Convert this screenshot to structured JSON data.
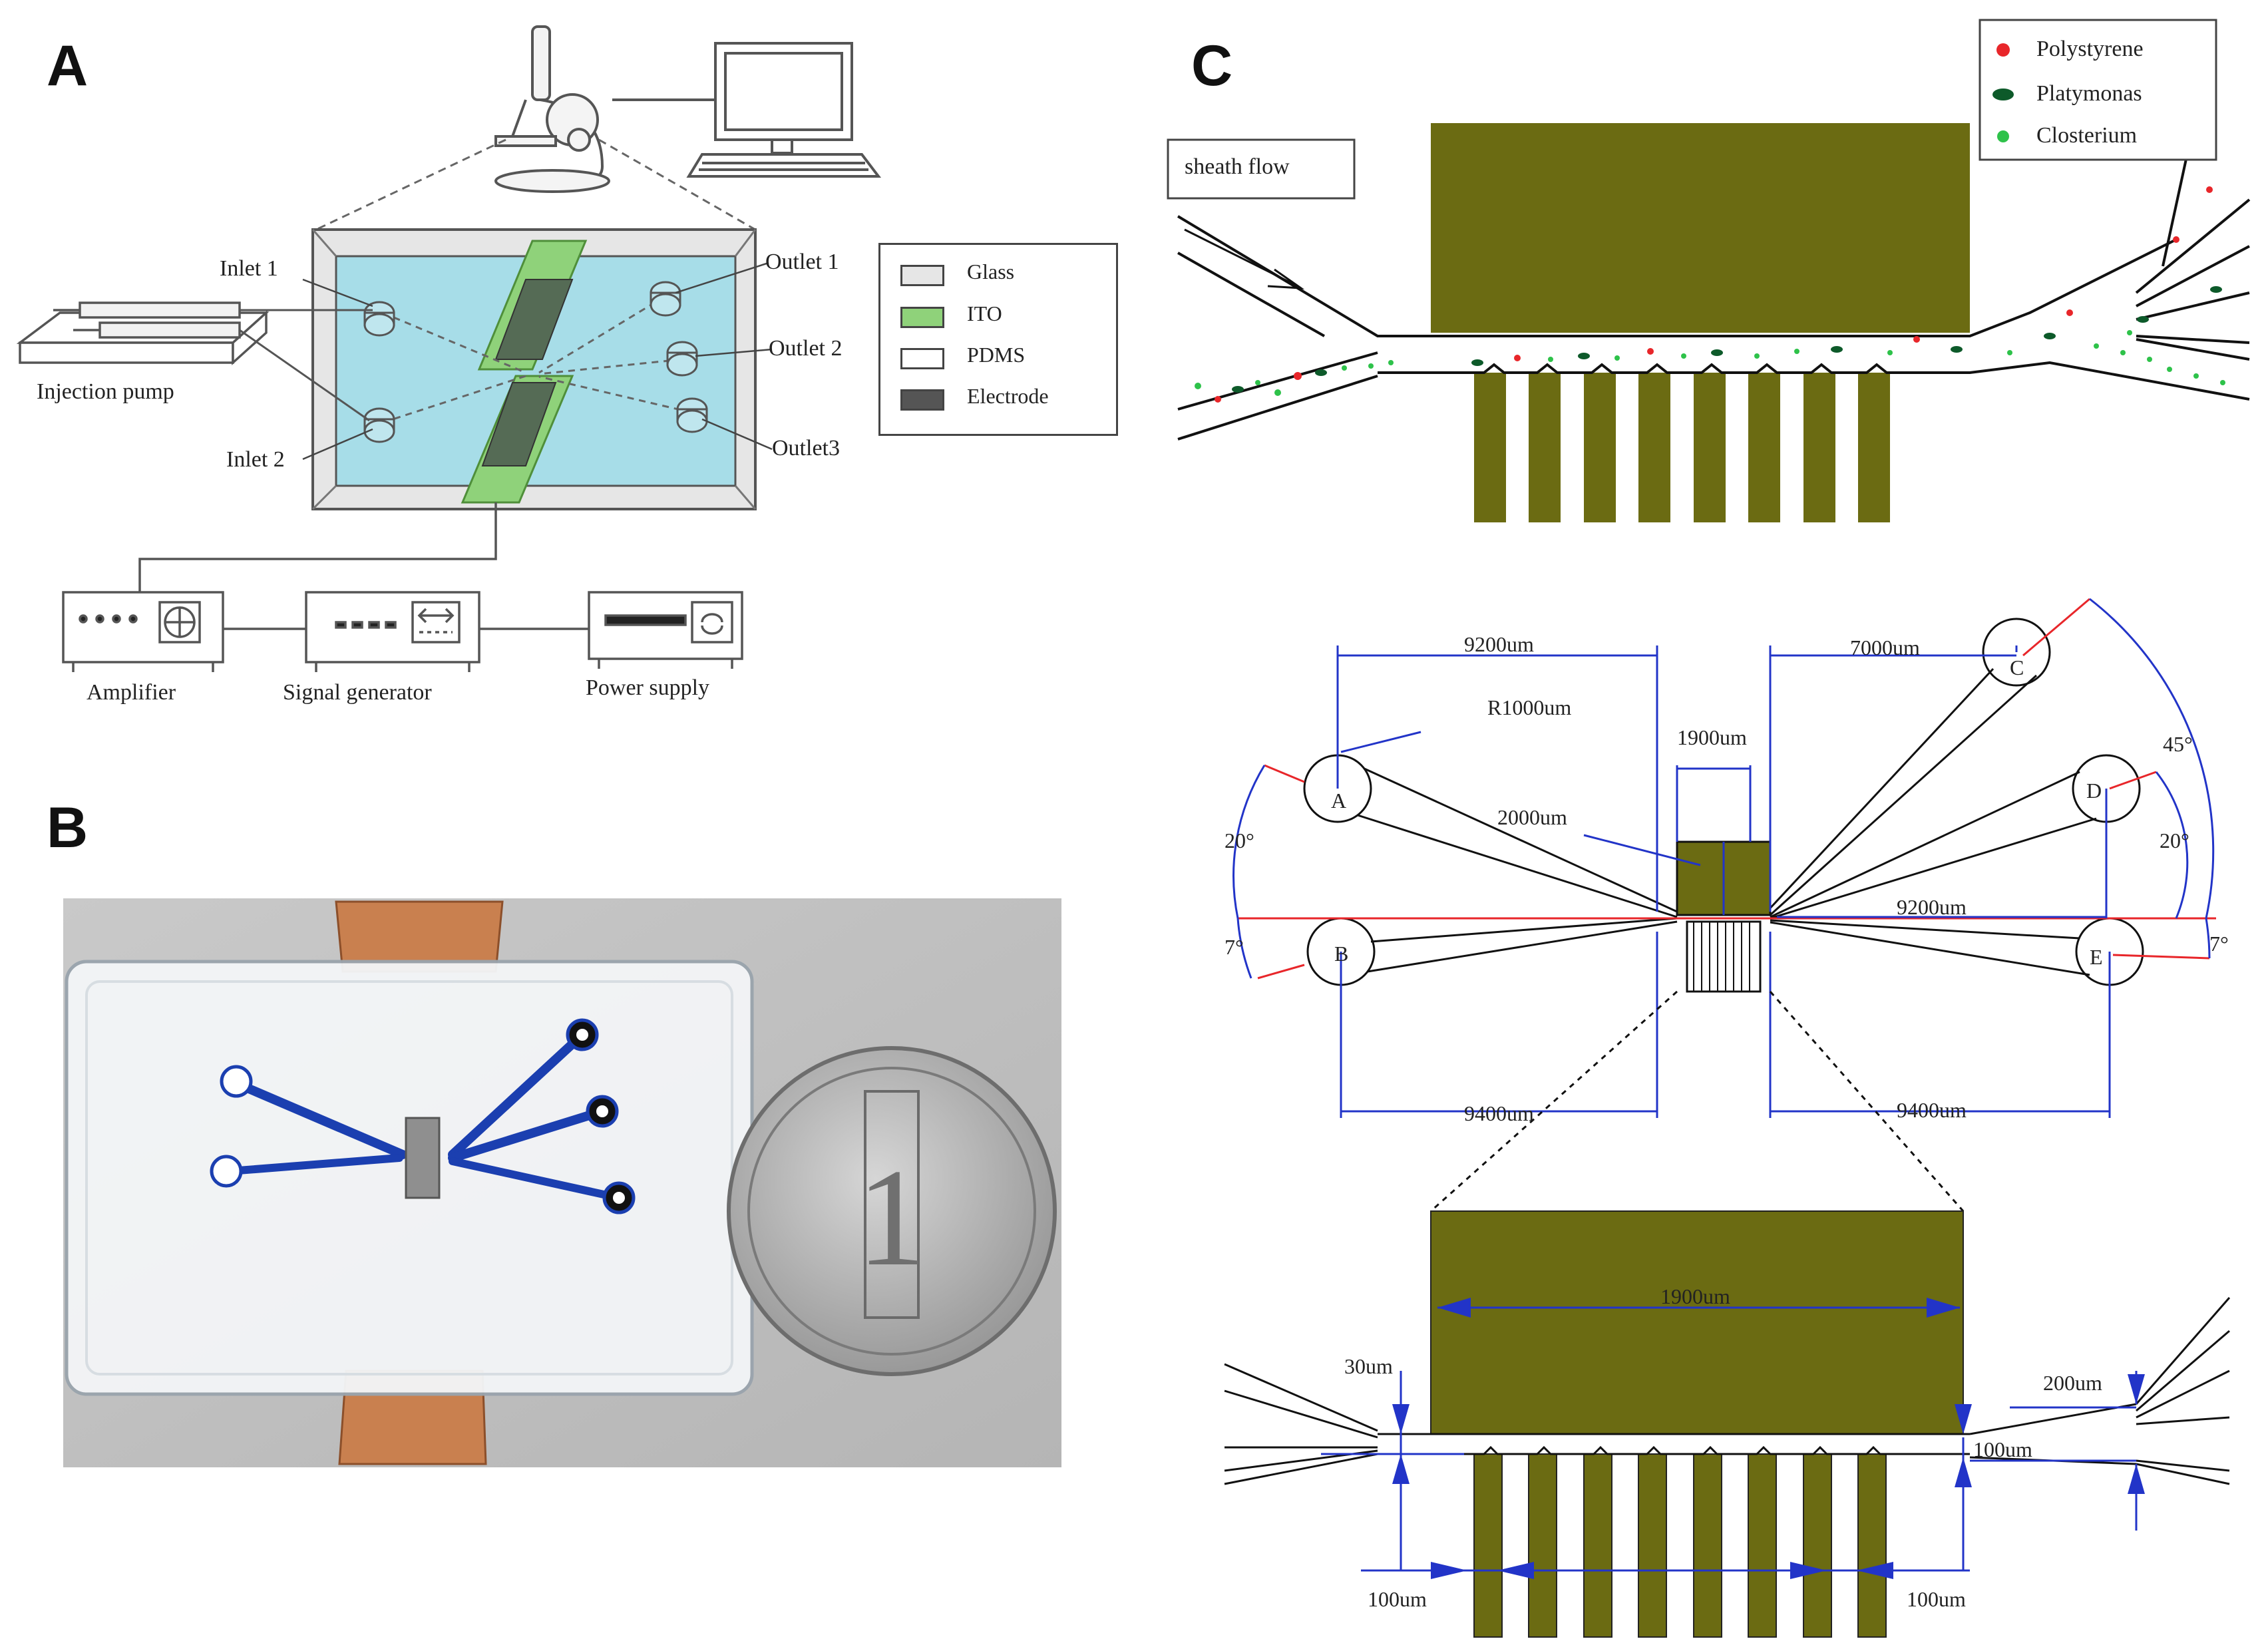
{
  "panels": {
    "a": "A",
    "b": "B",
    "c": "C"
  },
  "setup": {
    "inlet1": "Inlet 1",
    "inlet2": "Inlet 2",
    "outlet1": "Outlet 1",
    "outlet2": "Outlet 2",
    "outlet3": "Outlet3",
    "pump": "Injection pump",
    "amplifier": "Amplifier",
    "signal_generator": "Signal generator",
    "power_supply": "Power supply"
  },
  "materials_legend": [
    {
      "label": "Glass",
      "color": "#e6e6e6"
    },
    {
      "label": "ITO",
      "color": "#8fd27a"
    },
    {
      "label": "PDMS",
      "color": "#ffffff"
    },
    {
      "label": "Electrode",
      "color": "#555555"
    }
  ],
  "particles_legend": [
    {
      "label": "Polystyrene",
      "color": "#e8262a"
    },
    {
      "label": "Platymonas",
      "color": "#0d5a2a"
    },
    {
      "label": "Closterium",
      "color": "#2ec24a"
    }
  ],
  "flow": {
    "sheath": "sheath flow"
  },
  "dims": {
    "d9200_left": "9200um",
    "d7000": "7000um",
    "r1000": "R1000um",
    "d1900_top": "1900um",
    "d2000": "2000um",
    "d9200_right": "9200um",
    "d9400_left": "9400um",
    "d9400_right": "9400um",
    "a20_left": "20°",
    "a7_left": "7°",
    "a45": "45°",
    "a20_right": "20°",
    "a7_right": "7°",
    "ptA": "A",
    "ptB": "B",
    "ptC": "C",
    "ptD": "D",
    "ptE": "E",
    "d1900_bottom": "1900um",
    "d30": "30um",
    "d200": "200um",
    "d100_mid": "100um",
    "d100_left": "100um",
    "d100_right": "100um"
  },
  "coin": {
    "value": "1"
  },
  "colors": {
    "electrode": "#6b6b12",
    "electrode_edge": "#4a4a0a",
    "chip": "#a7dde8",
    "ito": "#8fd27a",
    "copper": "#c9804f"
  }
}
